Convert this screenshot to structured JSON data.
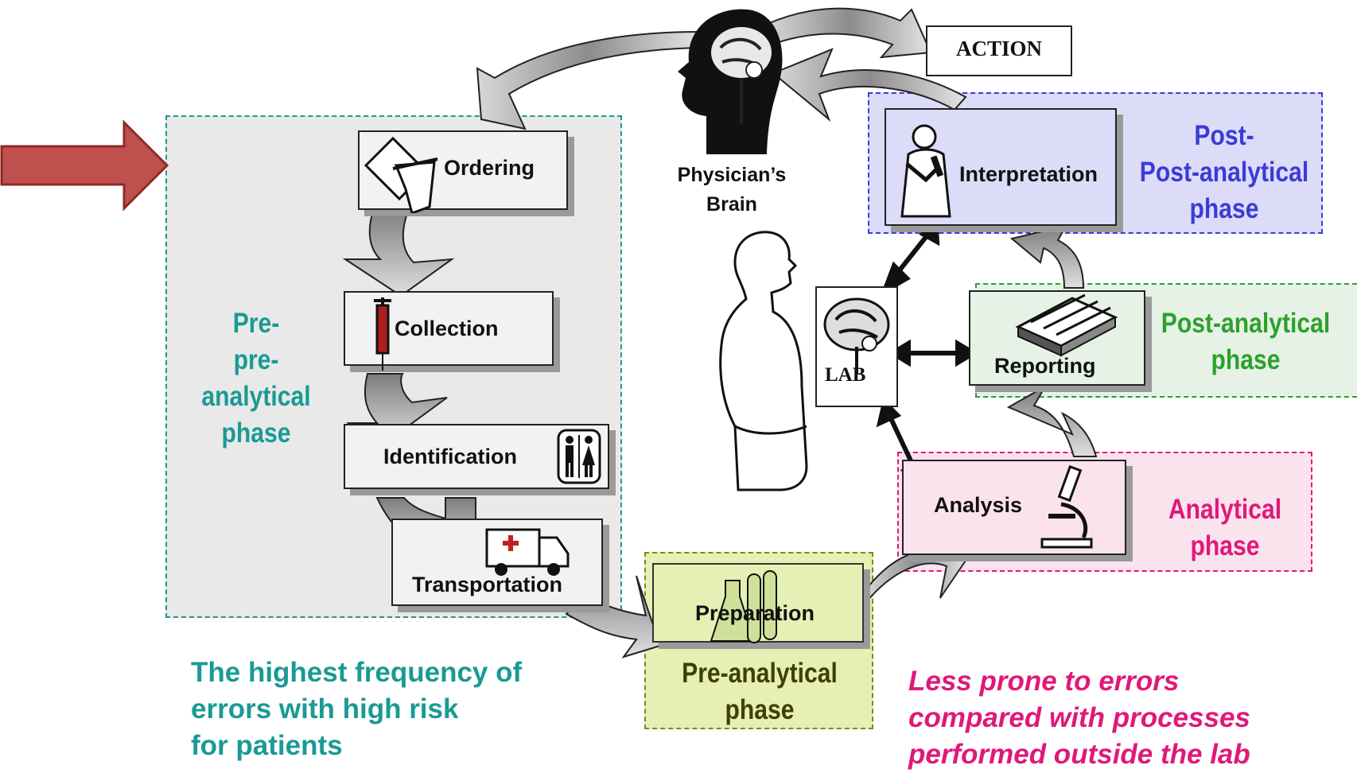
{
  "colors": {
    "pre_pre": "#1a9a94",
    "pre_pre_bg": "#e9e9e9",
    "pre": "#404000",
    "pre_bg": "#e6f0b4",
    "pre_border": "#7a8a1e",
    "analytical": "#e0187a",
    "analytical_bg": "#fbe3ee",
    "post": "#2da02d",
    "post_bg": "#e6f2e6",
    "post_post": "#3b3bd6",
    "post_post_bg": "#dcdcf8",
    "pointer_arrow": "#c0504d",
    "note_teal": "#1a9a94",
    "note_pink": "#e0187a"
  },
  "header": {
    "action_label": "ACTION"
  },
  "brain": {
    "line1": "Physician’s",
    "line2": "Brain"
  },
  "lab": {
    "label": "LAB"
  },
  "steps": {
    "ordering": "Ordering",
    "collection": "Collection",
    "identification": "Identification",
    "transportation": "Transportation",
    "preparation": "Preparation",
    "analysis": "Analysis",
    "reporting": "Reporting",
    "interpretation": "Interpretation"
  },
  "phases": {
    "pre_pre": [
      "Pre-",
      "pre-analytical",
      "phase"
    ],
    "pre": [
      "Pre-analytical",
      "phase"
    ],
    "analytical": [
      "Analytical",
      "phase"
    ],
    "post": [
      "Post-analytical",
      "phase"
    ],
    "post_post": [
      "Post-",
      "Post-analytical",
      "phase"
    ]
  },
  "notes": {
    "left": [
      "The highest frequency of",
      "errors with high risk",
      "for patients"
    ],
    "right": [
      "Less prone to errors",
      "compared with processes",
      "performed outside the lab"
    ]
  },
  "icons": [
    "pointer-arrow-icon",
    "physician-head-icon",
    "man-silhouette-icon",
    "lab-brain-icon",
    "ordering-hand-icon",
    "syringe-icon",
    "restroom-icon",
    "ambulance-icon",
    "flask-tubes-icon",
    "microscope-icon",
    "report-stack-icon",
    "scientist-icon"
  ]
}
